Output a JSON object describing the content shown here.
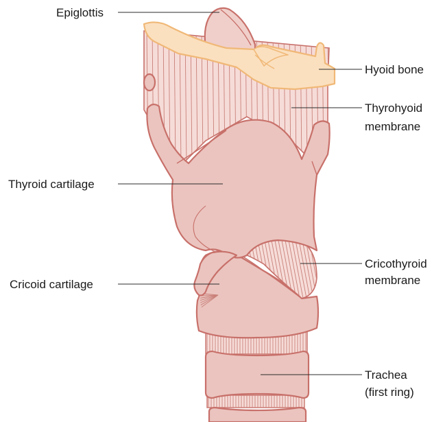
{
  "labels": {
    "epiglottis": "Epiglottis",
    "hyoid_bone": "Hyoid bone",
    "thyrohyoid_line1": "Thyrohyoid",
    "thyrohyoid_line2": "membrane",
    "thyroid_cartilage": "Thyroid cartilage",
    "cricothyroid_line1": "Cricothyroid",
    "cricothyroid_line2": "membrane",
    "cricoid_cartilage": "Cricoid cartilage",
    "trachea_line1": "Trachea",
    "trachea_line2": "(first ring)"
  },
  "colors": {
    "cartilage_fill": "#ebc4bf",
    "cartilage_outline": "#c8706a",
    "membrane_fill": "#f6dcd8",
    "bone_fill": "#fbe0bf",
    "bone_outline": "#f0b877"
  }
}
